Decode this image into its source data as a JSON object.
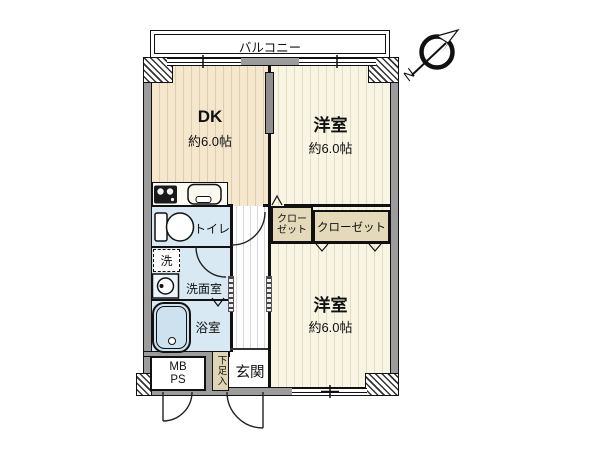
{
  "balcony": {
    "label": "バルコニー"
  },
  "compass": {
    "label": "N"
  },
  "rooms": {
    "dk": {
      "name": "DK",
      "size": "約6.0帖"
    },
    "bedroom_top": {
      "name": "洋室",
      "size": "約6.0帖"
    },
    "bedroom_bottom": {
      "name": "洋室",
      "size": "約6.0帖"
    },
    "toilet": {
      "name": "トイレ"
    },
    "washroom": {
      "name": "洗面室"
    },
    "bathroom": {
      "name": "浴室"
    },
    "entrance": {
      "name": "玄関"
    }
  },
  "closets": {
    "small_line1": "クロー",
    "small_line2": "ゼット",
    "large": "クローゼット"
  },
  "fixtures": {
    "laundry": "洗",
    "shoe_cabinet": "下足入",
    "meter_box_line1": "MB",
    "meter_box_line2": "PS"
  },
  "colors": {
    "wall_gray": "#9c9c9c",
    "dk_floor": "#f4e7cd",
    "bedroom_floor": "#f8f5e4",
    "wet_area_blue": "#d8e9f3",
    "closet_beige": "#e4dab9",
    "bathtub_blue": "#cde2ee"
  }
}
